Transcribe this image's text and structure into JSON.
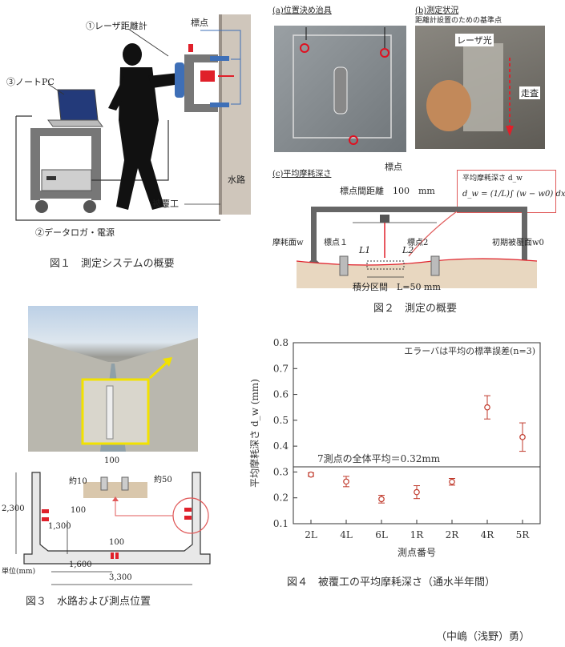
{
  "fig1": {
    "laser_label": "①レーザ距離計",
    "marker_label": "標点",
    "pc_label": "③ノートPC",
    "channel_label": "水路",
    "lining_label": "被覆工",
    "logger_label": "②データロガ・電源",
    "caption": "図１　測定システムの概要"
  },
  "fig2": {
    "a_title": "(a)位置決め治具",
    "b_title": "(b)測定状況",
    "ref_point_label": "距離計設置のための基準点",
    "laser_light_label": "レーザ光",
    "scan_label": "走査",
    "marker_label": "標点",
    "c_title": "(c)平均摩耗深さ",
    "formula_title": "平均摩耗深さ d_w",
    "formula": "d_w = (1/L)∫ (w − w0) dx",
    "spacing_label": "標点間距離　100　mm",
    "worn_surface_label": "摩耗面w",
    "marker1_label": "標点１",
    "marker2_label": "標点2",
    "initial_surface_label": "初期被覆面w0",
    "L1": "L1",
    "L2": "L2",
    "interval_label": "積分区間　L=50 mm",
    "caption": "図２　測定の概要"
  },
  "fig3": {
    "dim_100_top": "100",
    "dim_10": "約10",
    "dim_50": "約50",
    "dim_2300": "2,300",
    "dim_1300": "1,300",
    "dim_100_side": "100",
    "dim_100_bottom": "100",
    "dim_1600": "1,600",
    "dim_3300": "3,300",
    "unit_label": "単位(mm)",
    "caption": "図３　水路および測点位置"
  },
  "fig4": {
    "caption": "図４　被覆工の平均摩耗深さ（通水半年間）",
    "author": "（中嶋（浅野）勇）"
  },
  "chart_data": {
    "type": "scatter",
    "categories": [
      "2L",
      "4L",
      "6L",
      "1R",
      "2R",
      "4R",
      "5R"
    ],
    "values": [
      0.29,
      0.263,
      0.195,
      0.222,
      0.262,
      0.55,
      0.435
    ],
    "errors": [
      0.007,
      0.02,
      0.015,
      0.025,
      0.013,
      0.045,
      0.055
    ],
    "ylim": [
      0.1,
      0.8
    ],
    "yticks": [
      "0.1",
      "0.2",
      "0.3",
      "0.4",
      "0.5",
      "0.6",
      "0.7",
      "0.8"
    ],
    "xlabel": "測点番号",
    "ylabel": "平均摩耗深さ d_w (mm)",
    "mean_value": 0.32,
    "mean_label": "7測点の全体平均＝0.32mm",
    "note": "エラーバは平均の標準誤差(n=3)",
    "marker_color": "#c0392b",
    "grid": false
  }
}
